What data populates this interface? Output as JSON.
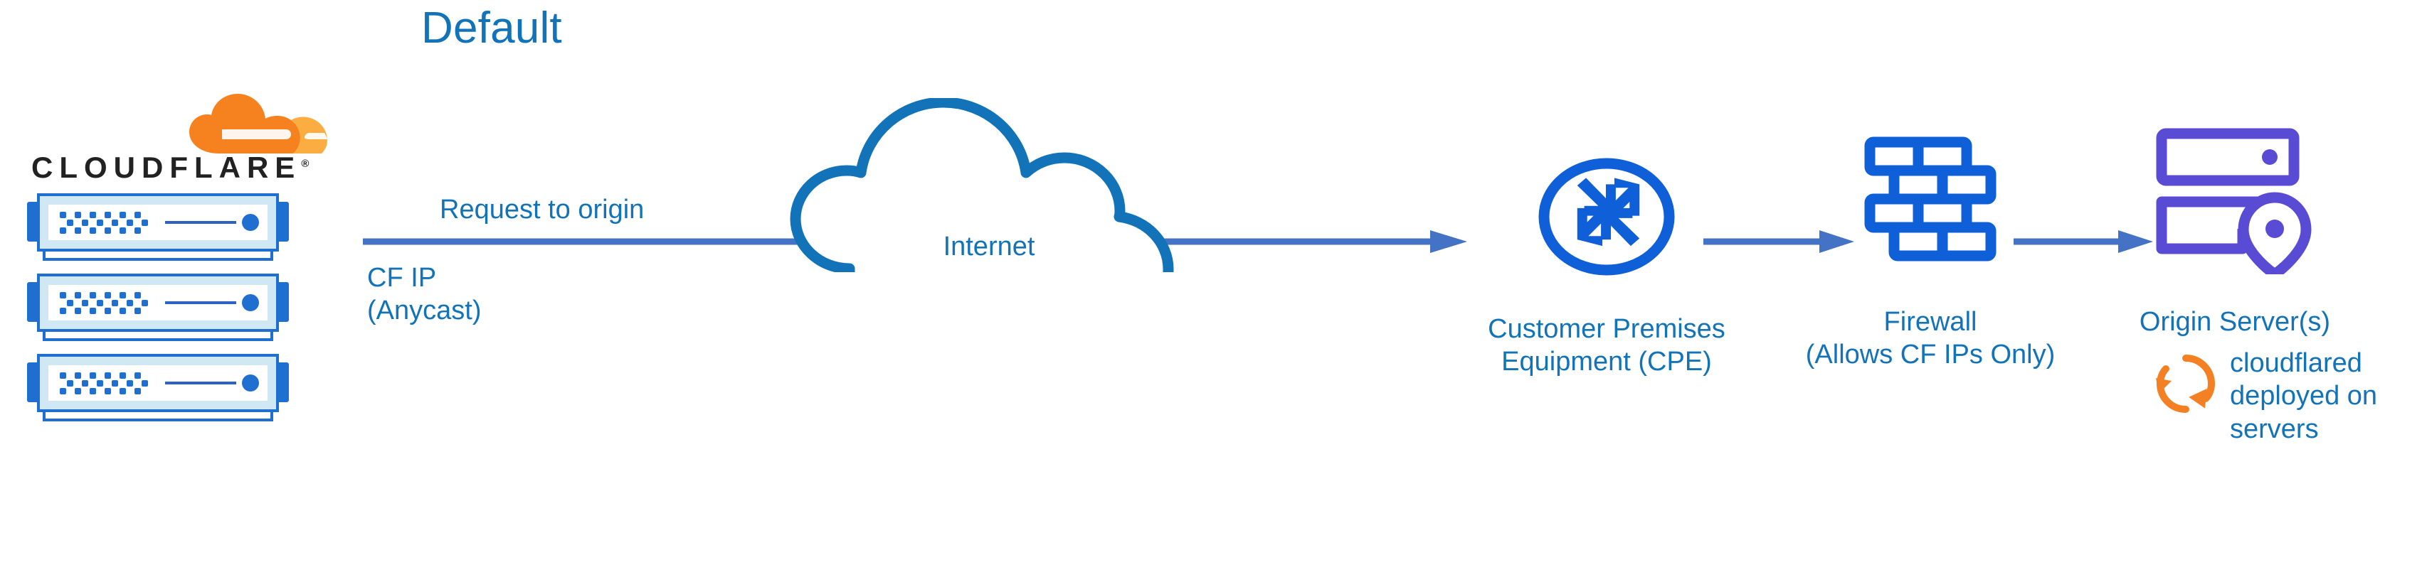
{
  "title": "Default",
  "brand": {
    "wordmark": "CLOUDFLARE",
    "registered": "®",
    "logo_icon": "cloudflare-cloud-logo",
    "orange_dark": "#f6821f",
    "orange_light": "#fbad41",
    "wordmark_color": "#222222"
  },
  "colors": {
    "text_blue": "#1273b8",
    "cloud_blue": "#1273b8",
    "icon_blue": "#0f5fd8",
    "arrow_blue": "#4472c4",
    "origin_purple": "#5a4bd4",
    "rack_frame": "#1f6fd0",
    "rack_panel": "#cfe8f3",
    "rack_tab": "#1f6fd0",
    "orange": "#f48024",
    "background": "#ffffff"
  },
  "racks": {
    "icon": "server-rack-icon",
    "count": 3,
    "vent_rows": [
      6,
      6,
      6
    ]
  },
  "flow": {
    "request_label": "Request to origin",
    "cf_ip_label_line1": "CF IP",
    "cf_ip_label_line2": "(Anycast)",
    "arrow_icon": "arrow-right-icon"
  },
  "internet": {
    "label": "Internet",
    "icon": "cloud-outline-icon"
  },
  "nodes": [
    {
      "id": "cpe",
      "icon": "router-circle-arrows-icon",
      "label_line1": "Customer Premises",
      "label_line2": "Equipment (CPE)"
    },
    {
      "id": "firewall",
      "icon": "brick-wall-icon",
      "label_line1": "Firewall",
      "label_line2": "(Allows CF IPs Only)"
    },
    {
      "id": "origin",
      "icon": "server-location-pin-icon",
      "label_line1": "Origin Server(s)",
      "label_line2": ""
    }
  ],
  "cloudflared": {
    "icon": "sync-circular-arrow-icon",
    "line1": "cloudflared",
    "line2": "deployed on",
    "line3": "servers"
  }
}
